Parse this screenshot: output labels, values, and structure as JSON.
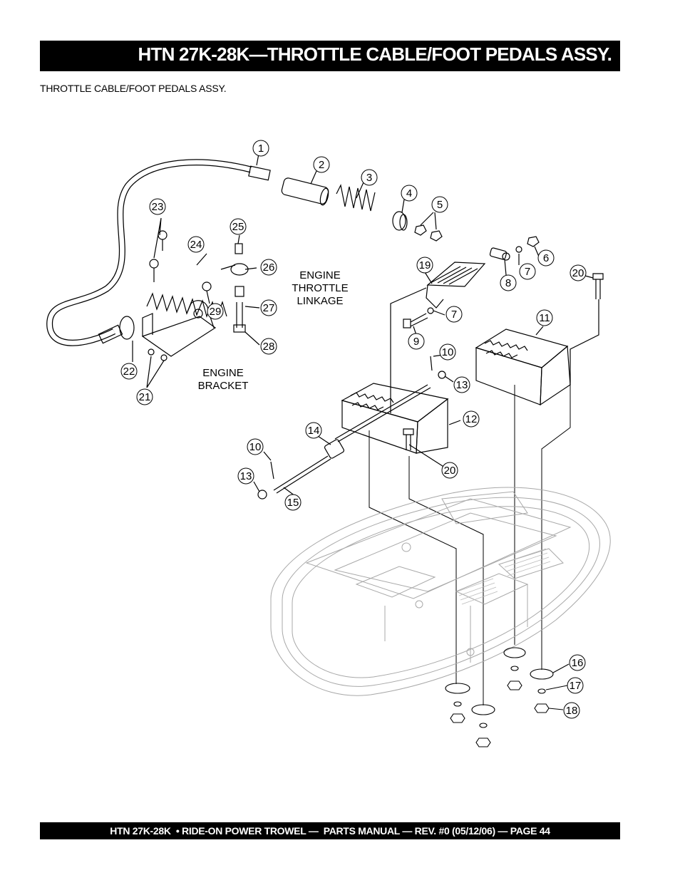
{
  "header": {
    "title": "HTN 27K-28K—THROTTLE CABLE/FOOT PEDALS ASSY."
  },
  "subtitle": "THROTTLE CABLE/FOOT PEDALS ASSY.",
  "callouts": [
    "1",
    "2",
    "3",
    "4",
    "5",
    "6",
    "7",
    "8",
    "19",
    "20",
    "23",
    "24",
    "25",
    "26",
    "27",
    "28",
    "29",
    "22",
    "21",
    "7",
    "9",
    "10",
    "11",
    "13",
    "12",
    "14",
    "20",
    "10",
    "13",
    "15",
    "16",
    "17",
    "18"
  ],
  "labels": {
    "engine_throttle_linkage": [
      "ENGINE",
      "THROTTLE",
      "LINKAGE"
    ],
    "engine_bracket": [
      "ENGINE",
      "BRACKET"
    ]
  },
  "footer": {
    "text": "HTN 27K-28K  • RIDE-ON POWER TROWEL —  PARTS MANUAL — REV. #0 (05/12/06) — PAGE 44"
  }
}
